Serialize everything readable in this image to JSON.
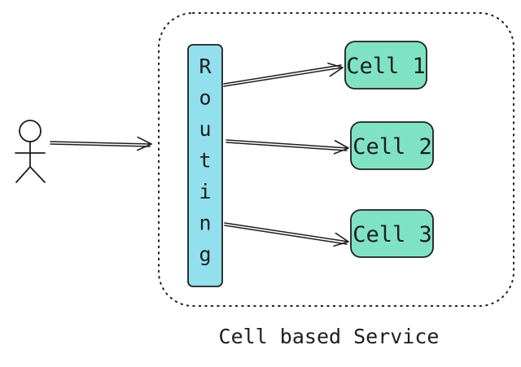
{
  "routing": {
    "letters": [
      "R",
      "o",
      "u",
      "t",
      "i",
      "n",
      "g"
    ],
    "fill": "#92e0ee"
  },
  "cells": {
    "fill": "#7fe3c3",
    "items": [
      "Cell 1",
      "Cell 2",
      "Cell 3"
    ]
  },
  "service": {
    "label": "Cell based Service"
  },
  "colors": {
    "stroke": "#1e1e1e",
    "background": "#ffffff"
  }
}
